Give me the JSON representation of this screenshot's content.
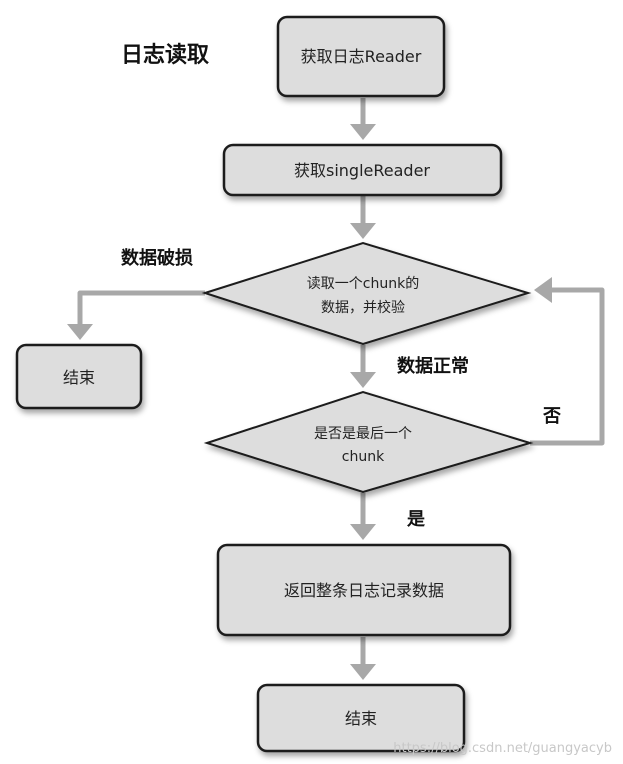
{
  "title": "日志读取",
  "nodes": {
    "get_log_reader": "获取日志Reader",
    "get_single_reader": "获取singleReader",
    "read_chunk": [
      "读取一个chunk的",
      "数据，并校验"
    ],
    "end_left": "结束",
    "is_last_chunk": [
      "是否是最后一个",
      "chunk"
    ],
    "return_record": "返回整条日志记录数据",
    "end_bottom": "结束"
  },
  "edge_labels": {
    "data_corrupt": "数据破损",
    "data_ok": "数据正常",
    "no": "否",
    "yes": "是"
  },
  "watermark": "https://blog.csdn.net/guangyacyb"
}
